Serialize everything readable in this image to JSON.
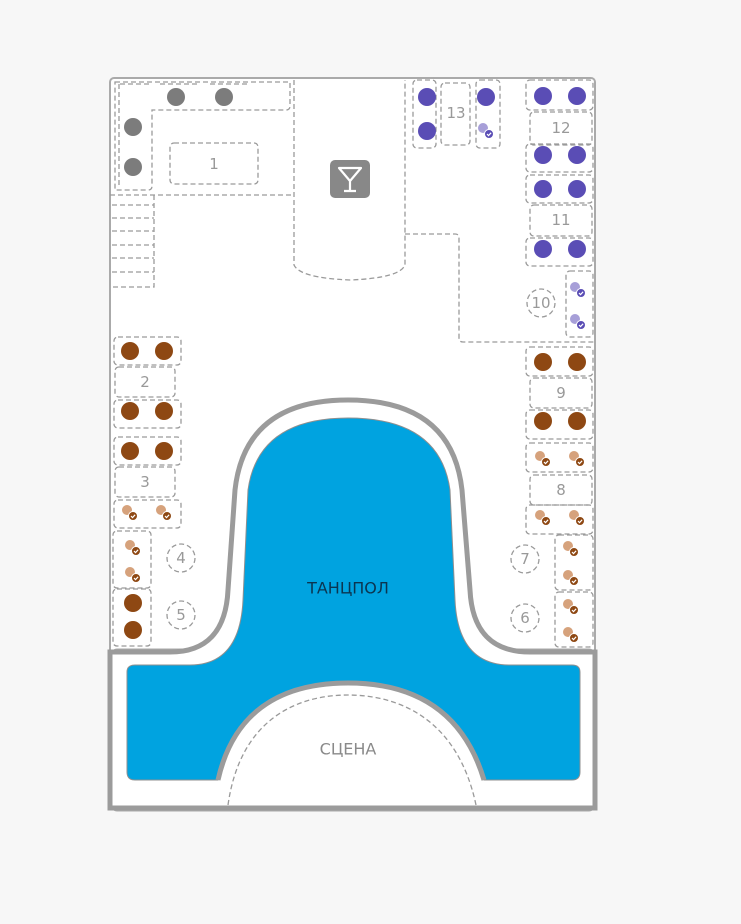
{
  "venue": {
    "dance_floor_label": "ТАНЦПОЛ",
    "stage_label": "СЦЕНА",
    "bar_icon": "cocktail-icon"
  },
  "colors": {
    "gray": "#7c7c7c",
    "purple": "#5a4db5",
    "purple_booked": "#a79fd8",
    "brown": "#8e4813",
    "brown_booked": "#d6a27c",
    "dance_floor": "#00a3e0",
    "outline": "#9b9b9b"
  },
  "tables": [
    {
      "number": "1",
      "zone": "gray",
      "seats": [
        "available",
        "available",
        "available",
        "available"
      ]
    },
    {
      "number": "13",
      "zone": "purple",
      "seats": [
        "available",
        "available",
        "available",
        "booked"
      ]
    },
    {
      "number": "12",
      "zone": "purple",
      "seats": [
        "available",
        "available",
        "available",
        "available"
      ]
    },
    {
      "number": "11",
      "zone": "purple",
      "seats": [
        "available",
        "available",
        "available",
        "available"
      ]
    },
    {
      "number": "10",
      "zone": "purple",
      "seats": [
        "booked",
        "booked"
      ]
    },
    {
      "number": "2",
      "zone": "brown",
      "seats": [
        "available",
        "available",
        "available",
        "available"
      ]
    },
    {
      "number": "3",
      "zone": "brown",
      "seats": [
        "available",
        "available",
        "booked",
        "booked"
      ]
    },
    {
      "number": "4",
      "zone": "brown",
      "seats": [
        "booked",
        "booked"
      ]
    },
    {
      "number": "5",
      "zone": "brown",
      "seats": [
        "available",
        "available"
      ]
    },
    {
      "number": "9",
      "zone": "brown",
      "seats": [
        "available",
        "available",
        "available",
        "available"
      ]
    },
    {
      "number": "8",
      "zone": "brown",
      "seats": [
        "booked",
        "booked",
        "booked",
        "booked"
      ]
    },
    {
      "number": "7",
      "zone": "brown",
      "seats": [
        "booked",
        "booked"
      ]
    },
    {
      "number": "6",
      "zone": "brown",
      "seats": [
        "booked",
        "booked"
      ]
    }
  ]
}
